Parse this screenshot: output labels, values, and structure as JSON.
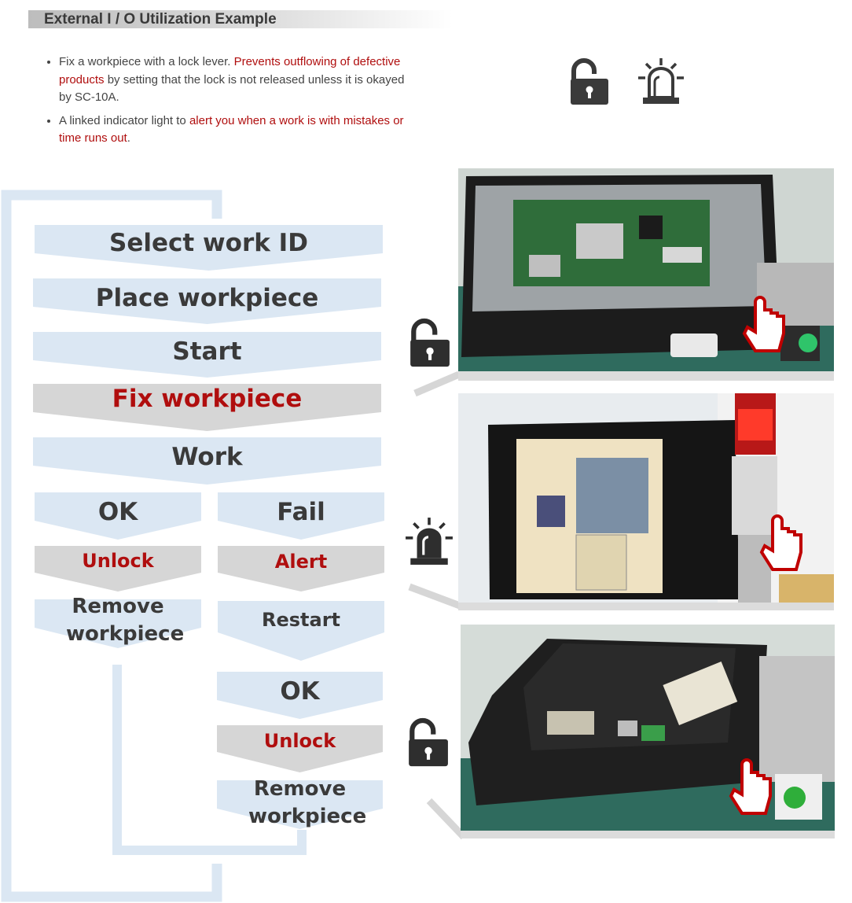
{
  "header": {
    "title": "External I / O Utilization Example"
  },
  "bullets": [
    {
      "parts": [
        {
          "text": "Fix a workpiece with a lock lever. ",
          "red": false
        },
        {
          "text": "Prevents outflowing of defective products",
          "red": true
        },
        {
          "text": " by setting that the lock is not released unless it is okayed by SC-10A.",
          "red": false
        }
      ]
    },
    {
      "parts": [
        {
          "text": "A linked indicator light to ",
          "red": false
        },
        {
          "text": "alert you when a work is with mistakes or time runs out",
          "red": true
        },
        {
          "text": ".",
          "red": false
        }
      ]
    }
  ],
  "header_icons": {
    "lock": "unlock-icon",
    "alarm": "alarm-light-icon"
  },
  "flow": {
    "select_work_id": "Select work ID",
    "place_workpiece": "Place workpiece",
    "start": "Start",
    "fix_workpiece": "Fix workpiece",
    "work": "Work",
    "ok_branch": {
      "result": "OK",
      "action": "Unlock",
      "next": "Remove workpiece"
    },
    "fail_branch": {
      "result": "Fail",
      "action": "Alert",
      "restart": "Restart",
      "ok": "OK",
      "unlock": "Unlock",
      "next": "Remove workpiece"
    }
  },
  "side_icons": [
    "unlock-icon",
    "alarm-light-icon",
    "unlock-icon"
  ],
  "colors": {
    "accent_red": "#b00e0e",
    "flow_blue": "#dbe7f3",
    "flow_gray": "#d6d6d6",
    "text_dark": "#3a3a3a"
  }
}
